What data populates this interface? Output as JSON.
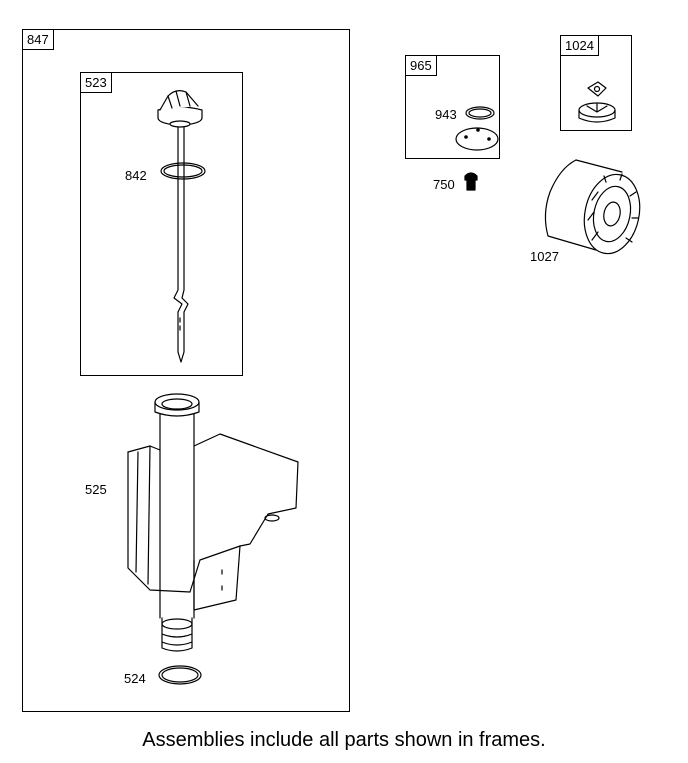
{
  "assemblies": {
    "a847": {
      "id": "847"
    },
    "a523": {
      "id": "523"
    },
    "a965": {
      "id": "965"
    },
    "a1024": {
      "id": "1024"
    }
  },
  "callouts": {
    "p842": "842",
    "p525": "525",
    "p524": "524",
    "p943": "943",
    "p750": "750",
    "p1027": "1027"
  },
  "footer": {
    "note": "Assemblies include all parts shown in frames."
  }
}
